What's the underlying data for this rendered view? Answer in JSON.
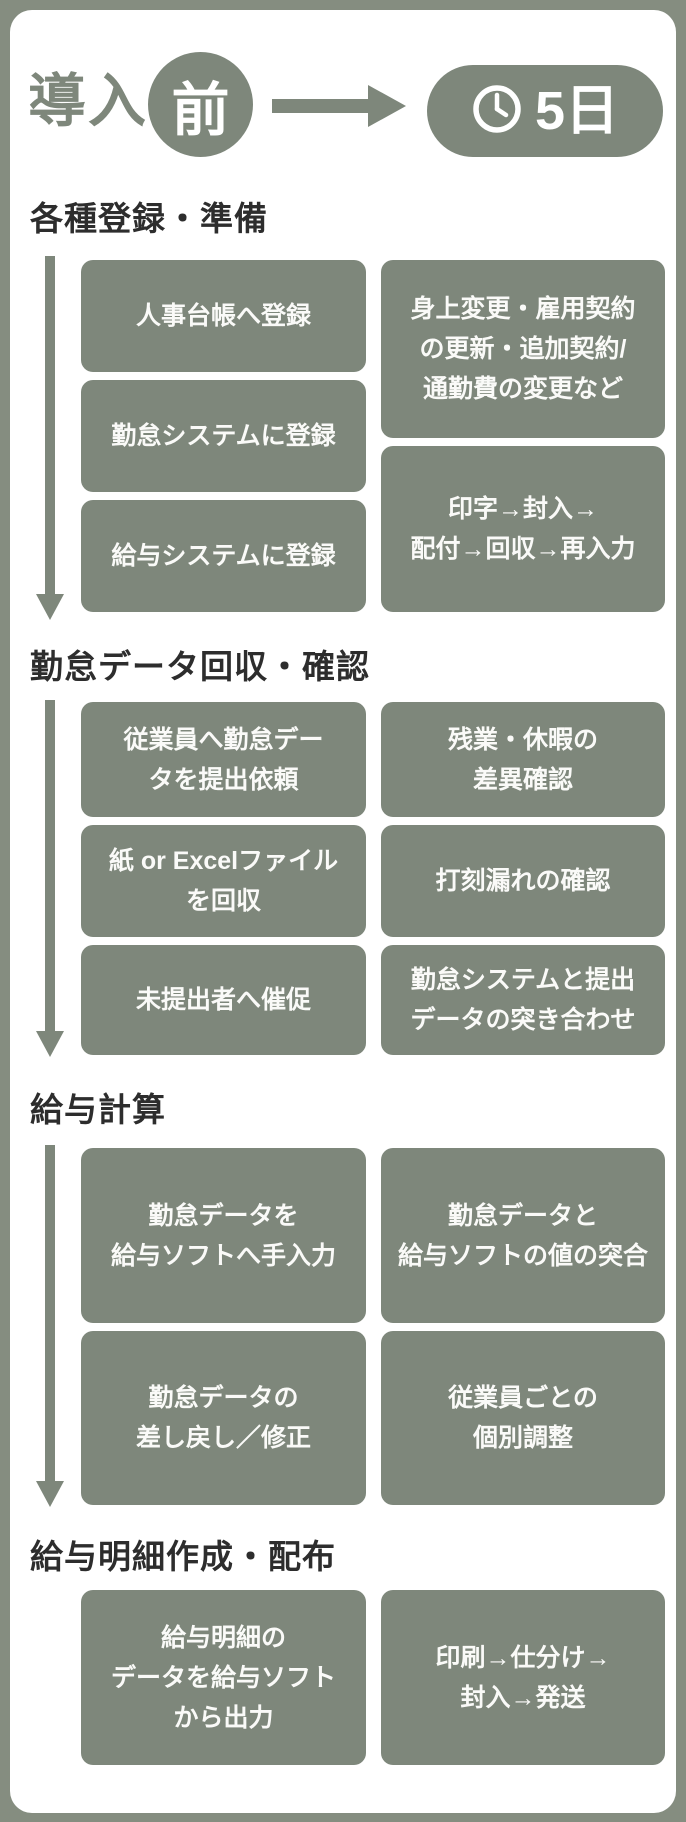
{
  "header": {
    "title_prefix": "導入",
    "title_badge": "前",
    "duration": "5日"
  },
  "colors": {
    "accent": "#7E877B",
    "frame_background": "#858D80",
    "card_background": "#FFFFFF",
    "heading_text": "#2D2D2D",
    "box_text": "#FFFFFF"
  },
  "sections": [
    {
      "title": "各種登録・準備",
      "left": [
        "人事台帳へ登録",
        "勤怠システムに登録",
        "給与システムに登録"
      ],
      "right": [
        "身上変更・雇用契約\nの更新・追加契約/\n通勤費の変更など",
        "印字→封入→\n配付→回収→再入力"
      ]
    },
    {
      "title": "勤怠データ回収・確認",
      "left": [
        "従業員へ勤怠デー\nタを提出依頼",
        "紙 or Excelファイル\nを回収",
        "未提出者へ催促"
      ],
      "right": [
        "残業・休暇の\n差異確認",
        "打刻漏れの確認",
        "勤怠システムと提出\nデータの突き合わせ"
      ]
    },
    {
      "title": "給与計算",
      "left": [
        "勤怠データを\n給与ソフトへ手入力",
        "勤怠データの\n差し戻し／修正"
      ],
      "right": [
        "勤怠データと\n給与ソフトの値の突合",
        "従業員ごとの\n個別調整"
      ]
    },
    {
      "title": "給与明細作成・配布",
      "left": [
        "給与明細の\nデータを給与ソフト\nから出力"
      ],
      "right": [
        "印刷→仕分け→\n封入→発送"
      ]
    }
  ]
}
